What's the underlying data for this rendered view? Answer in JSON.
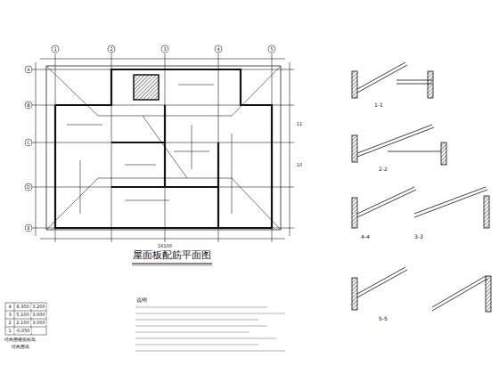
{
  "diagram": {
    "title": "屋面板配筋平面图",
    "labels": [
      "说明",
      "结构层楼面标高",
      "结构层高",
      "4",
      "8.300",
      "3.200",
      "3",
      "5.100",
      "3.000",
      "2",
      "2.100",
      "3.000",
      "1",
      "-0.050",
      "1-1",
      "2-2",
      "3-3",
      "4-4",
      "5-5",
      "1",
      "2",
      "3",
      "4",
      "5",
      "A",
      "B",
      "C",
      "D",
      "E",
      "11",
      "10",
      "16100"
    ]
  }
}
